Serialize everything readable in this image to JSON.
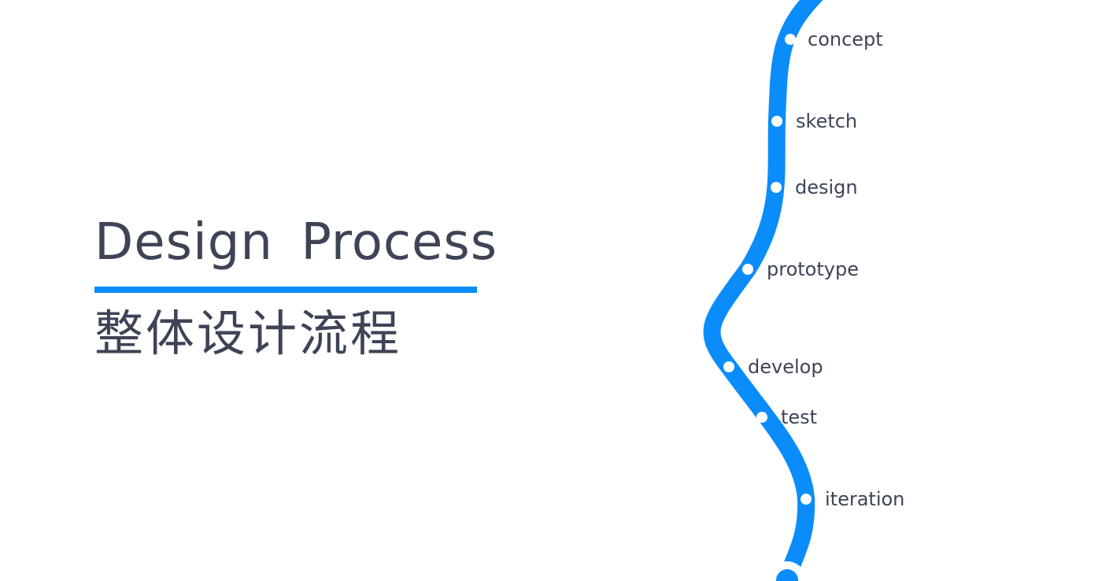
{
  "title": {
    "english": "Design Process",
    "chinese": "整体设计流程"
  },
  "colors": {
    "accent": "#0a8cfa",
    "text": "#3d4456",
    "background": "#ffffff"
  },
  "stages": [
    {
      "label": "concept"
    },
    {
      "label": "sketch"
    },
    {
      "label": "design"
    },
    {
      "label": "prototype"
    },
    {
      "label": "develop"
    },
    {
      "label": "test"
    },
    {
      "label": "iteration"
    }
  ]
}
